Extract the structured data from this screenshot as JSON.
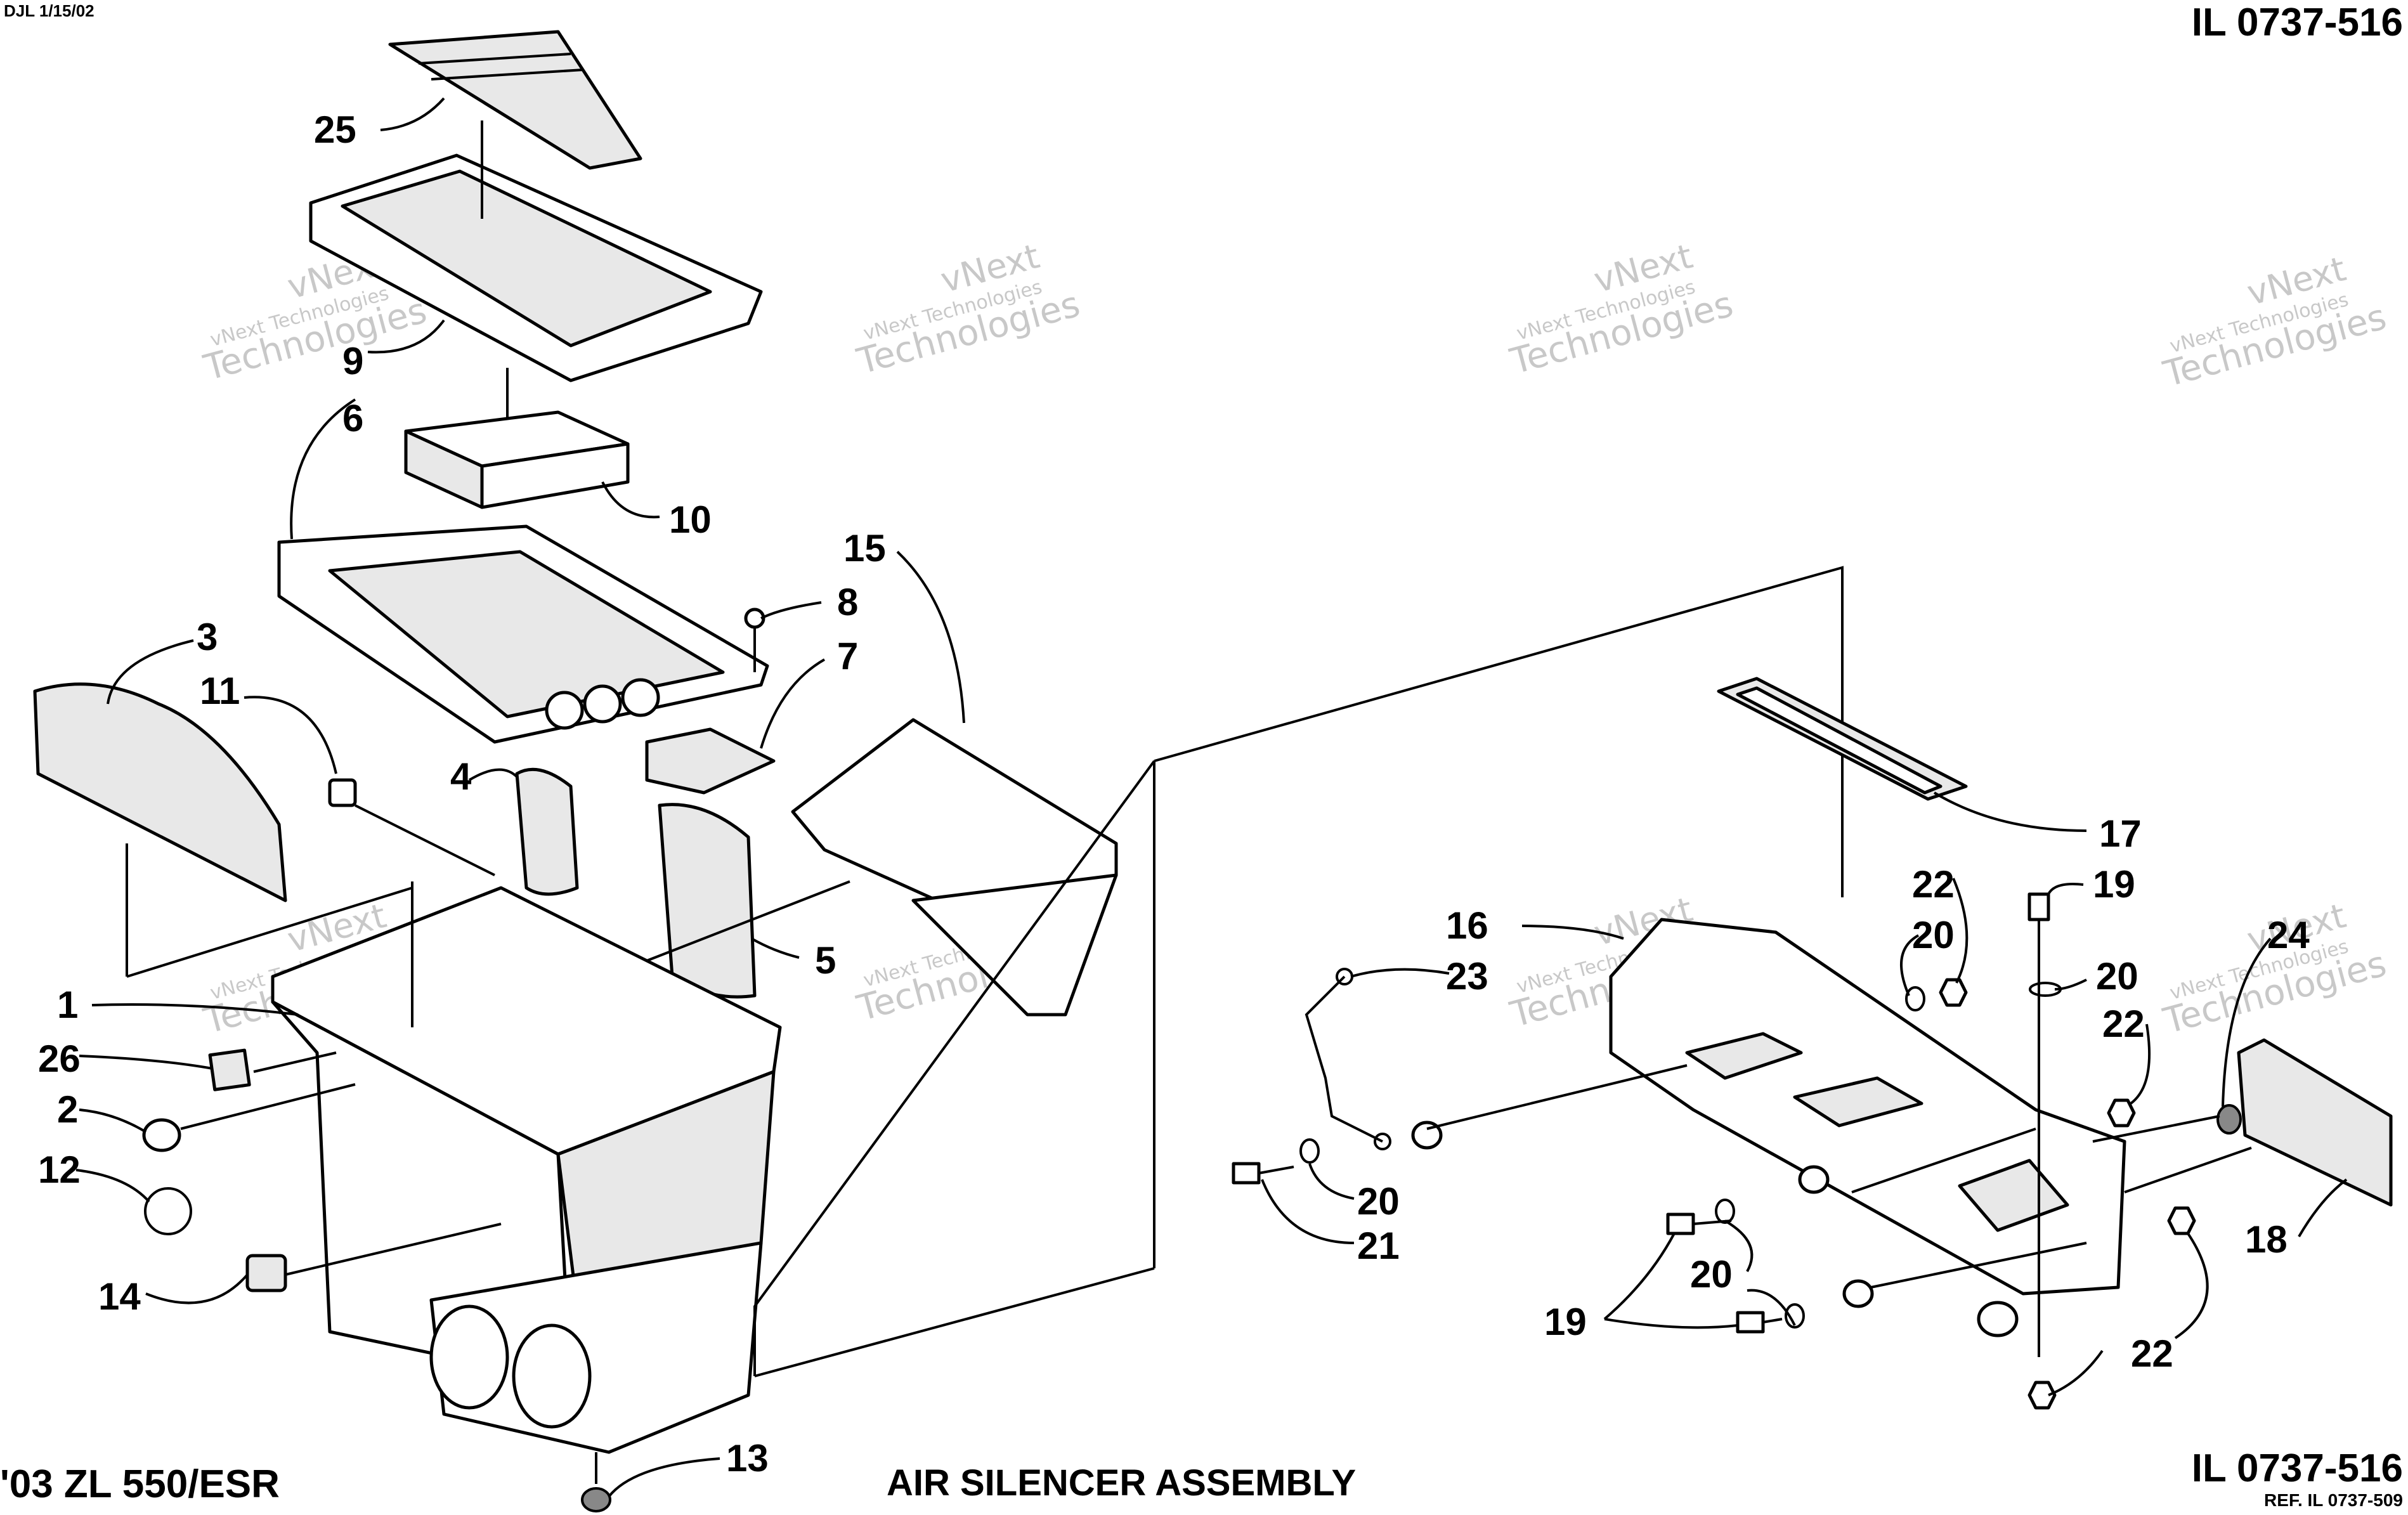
{
  "header": {
    "drawing_date": "DJL 1/15/02",
    "illustration_id": "IL 0737-516"
  },
  "footer": {
    "model": "'03 ZL 550/ESR",
    "title": "AIR SILENCER ASSEMBLY",
    "illustration_id": "IL 0737-516",
    "reference": "REF. IL 0737-509"
  },
  "watermark": {
    "line1": "vNext",
    "line2": "vNext Technologies",
    "line3": "Technologies"
  },
  "callouts": [
    "25",
    "9",
    "10",
    "6",
    "15",
    "8",
    "7",
    "3",
    "11",
    "4",
    "5",
    "1",
    "26",
    "2",
    "12",
    "14",
    "13",
    "17",
    "22",
    "19",
    "20",
    "16",
    "23",
    "20",
    "24",
    "20",
    "22",
    "20",
    "21",
    "18",
    "20",
    "19",
    "22"
  ]
}
